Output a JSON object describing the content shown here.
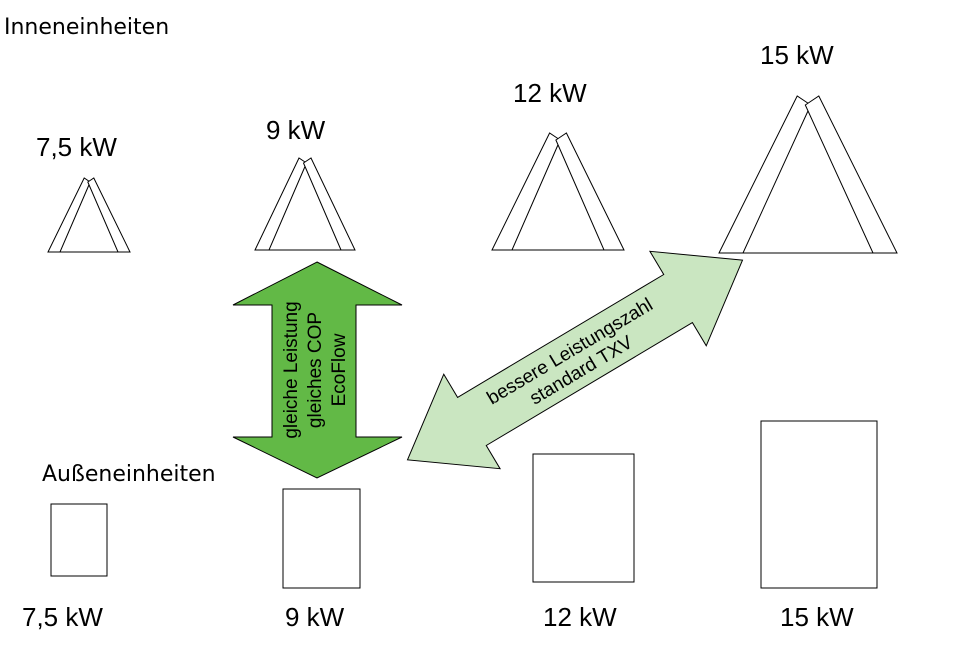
{
  "indoor": {
    "title": "Inneneinheiten",
    "units": [
      {
        "label": "7,5 kW"
      },
      {
        "label": "9 kW"
      },
      {
        "label": "12 kW"
      },
      {
        "label": "15 kW"
      }
    ]
  },
  "outdoor": {
    "title": "Außeneinheiten",
    "units": [
      {
        "label": "7,5 kW"
      },
      {
        "label": "9 kW"
      },
      {
        "label": "12 kW"
      },
      {
        "label": "15 kW"
      }
    ]
  },
  "vertical_arrow": {
    "color": "#62b946",
    "lines": [
      "gleiche Leistung",
      "gleiches COP",
      "EcoFlow"
    ]
  },
  "diagonal_arrow": {
    "color": "#cae6c1",
    "lines": [
      "bessere Leistungszahl",
      "standard TXV"
    ]
  }
}
